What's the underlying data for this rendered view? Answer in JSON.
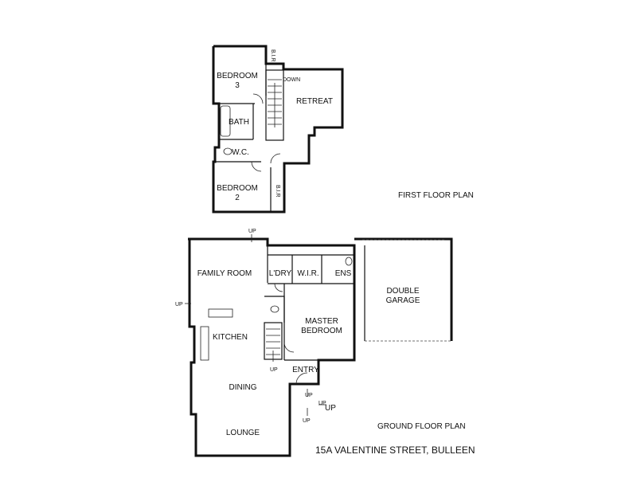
{
  "first_floor": {
    "caption": "FIRST FLOOR PLAN",
    "rooms": {
      "bedroom3_line1": "BEDROOM",
      "bedroom3_line2": "3",
      "bedroom3_robe": "B.I.R",
      "retreat": "RETREAT",
      "bath": "BATH",
      "wc": "W.C.",
      "bedroom2_line1": "BEDROOM",
      "bedroom2_line2": "2",
      "bedroom2_robe": "B.I.R",
      "stair_down": "DOWN"
    }
  },
  "ground_floor": {
    "caption": "GROUND FLOOR PLAN",
    "rooms": {
      "family_room": "FAMILY ROOM",
      "laundry": "L'DRY",
      "wir": "W.I.R.",
      "ensuite": "ENS",
      "garage_line1": "DOUBLE",
      "garage_line2": "GARAGE",
      "master_line1": "MASTER",
      "master_line2": "BEDROOM",
      "kitchen": "KITCHEN",
      "entry": "ENTRY",
      "dining": "DINING",
      "lounge": "LOUNGE"
    },
    "steps": {
      "up_top": "UP",
      "up_left": "UP",
      "up_stair": "UP",
      "up_entry_big": "UP",
      "up_entry_1": "UP",
      "up_entry_2": "UP",
      "up_entry_3": "UP"
    }
  },
  "address": "15A VALENTINE STREET, BULLEEN"
}
